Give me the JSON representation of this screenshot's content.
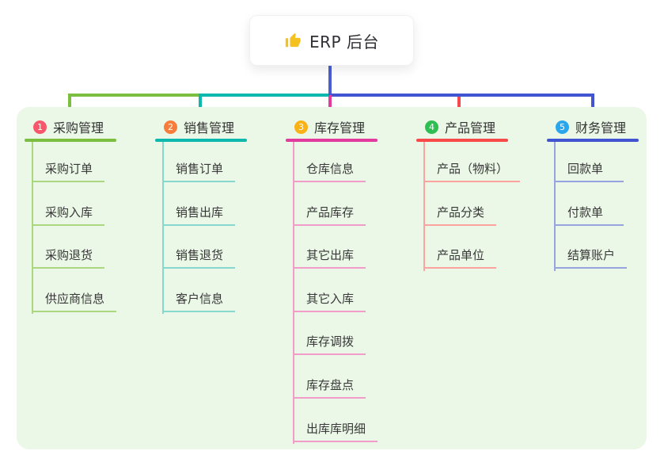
{
  "root": {
    "label": "ERP 后台",
    "icon": "thumbs-up-icon",
    "icon_color": "#f4c11e",
    "line_color": "#4a5fd1"
  },
  "panel": {
    "background": "#ebf7e7"
  },
  "branches": [
    {
      "badge": "1",
      "title": "采购管理",
      "colors": {
        "main": "#7cbe3f",
        "light": "#abd77f",
        "badge": "#f8566b"
      },
      "items": [
        "采购订单",
        "采购入库",
        "采购退货",
        "供应商信息"
      ]
    },
    {
      "badge": "2",
      "title": "销售管理",
      "colors": {
        "main": "#0db8ad",
        "light": "#86d8cf",
        "badge": "#f87d3a"
      },
      "items": [
        "销售订单",
        "销售出库",
        "销售退货",
        "客户信息"
      ]
    },
    {
      "badge": "3",
      "title": "库存管理",
      "colors": {
        "main": "#e23a9d",
        "light": "#f19cc9",
        "badge": "#fbb216"
      },
      "items": [
        "仓库信息",
        "产品库存",
        "其它出库",
        "其它入库",
        "库存调拨",
        "库存盘点",
        "出库库明细"
      ]
    },
    {
      "badge": "4",
      "title": "产品管理",
      "colors": {
        "main": "#f84a4a",
        "light": "#fba49f",
        "badge": "#2fbe52"
      },
      "items": [
        "产品（物料）",
        "产品分类",
        "产品单位"
      ]
    },
    {
      "badge": "5",
      "title": "财务管理",
      "colors": {
        "main": "#4155d2",
        "light": "#96a5e0",
        "badge": "#2aa7ec"
      },
      "items": [
        "回款单",
        "付款单",
        "结算账户"
      ]
    }
  ]
}
